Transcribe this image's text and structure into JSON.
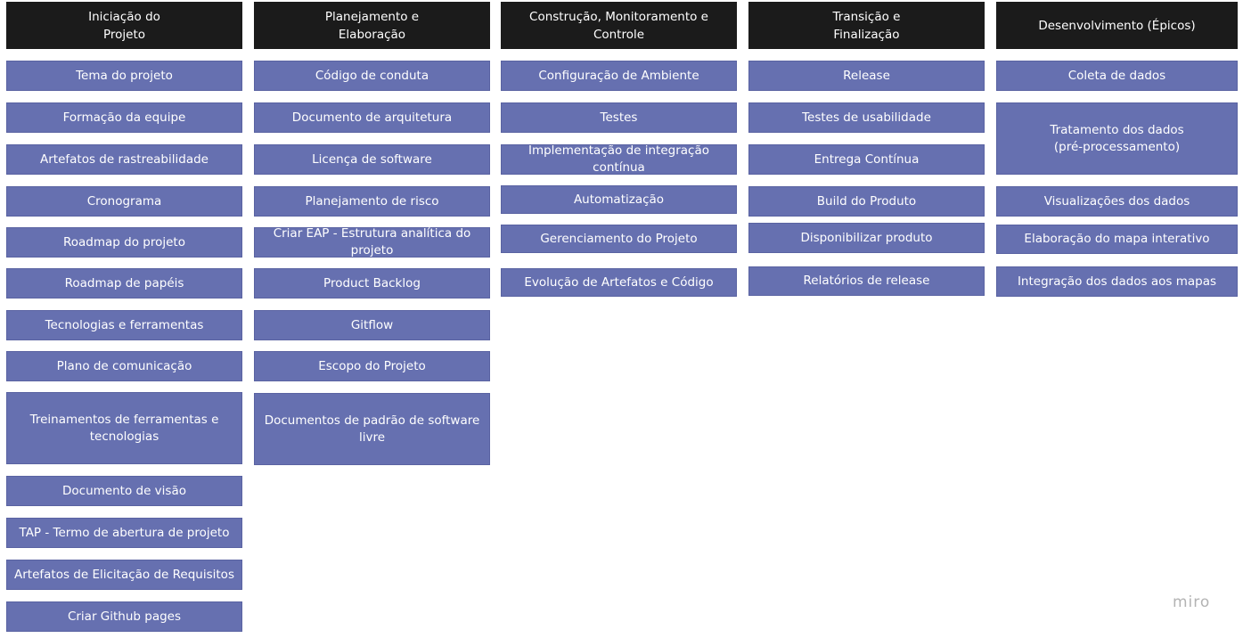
{
  "board": {
    "brand": "miro",
    "colors": {
      "header_bg": "#1b1b1b",
      "card_bg": "#6670b0",
      "text": "#ffffff"
    }
  },
  "columns": [
    {
      "header": "Iniciação do\nProjeto",
      "cards": [
        "Tema do projeto",
        "Formação da equipe",
        "Artefatos de rastreabilidade",
        "Cronograma",
        "Roadmap do projeto",
        "Roadmap de papéis",
        "Tecnologias e ferramentas",
        "Plano de comunicação",
        "Treinamentos de ferramentas e\ntecnologias",
        "Documento de visão",
        "TAP - Termo de abertura de projeto",
        "Artefatos de Elicitação de Requisitos",
        "Criar Github pages"
      ]
    },
    {
      "header": "Planejamento e\nElaboração",
      "cards": [
        "Código de conduta",
        "Documento de arquitetura",
        "Licença de software",
        "Planejamento de risco",
        "Criar EAP - Estrutura analítica do projeto",
        "Product Backlog",
        "Gitflow",
        "Escopo do Projeto",
        "Documentos de padrão de software\nlivre"
      ]
    },
    {
      "header": "Construção, Monitoramento e\nControle",
      "cards": [
        "Configuração de Ambiente",
        "Testes",
        "Implementação de integração contínua",
        "Automatização",
        "Gerenciamento do Projeto",
        "Evolução de Artefatos e Código"
      ]
    },
    {
      "header": "Transição e\nFinalização",
      "cards": [
        "Release",
        "Testes de usabilidade",
        "Entrega Contínua",
        "Build do Produto",
        "Disponibilizar produto",
        "Relatórios de release"
      ]
    },
    {
      "header": "Desenvolvimento (Épicos)",
      "cards": [
        "Coleta de dados",
        "Tratamento dos dados\n(pré-processamento)",
        "Visualizações dos dados",
        "Elaboração do mapa interativo",
        "Integração dos dados aos mapas"
      ]
    }
  ]
}
